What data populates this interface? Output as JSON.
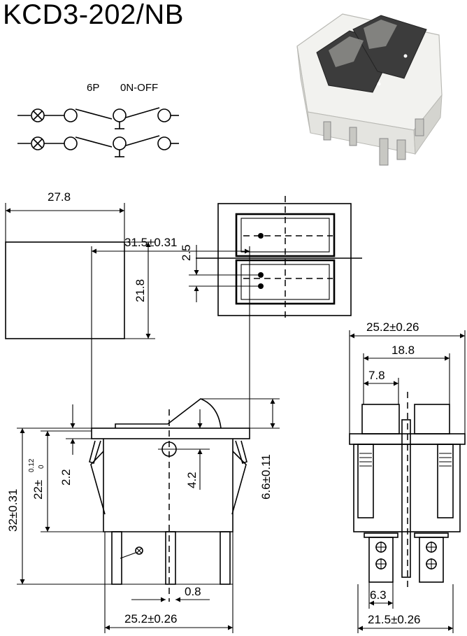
{
  "title": "KCD3-202/NB",
  "schematic": {
    "pins_label": "6P",
    "function_label": "0N-OFF"
  },
  "dimensions": {
    "side_width": "27.8",
    "side_height": "21.8",
    "pitch": "2.5",
    "front_width": "31.5±0.31",
    "total_height": "32±0.31",
    "body_height_base": "22±",
    "body_height_tol_upper": "0.12",
    "body_height_tol_lower": "0",
    "flange_thickness": "2.2",
    "pivot_offset": "4.2",
    "rocker_height": "6.6±0.11",
    "terminal_thickness": "0.8",
    "front_terminal_span": "25.2±0.26",
    "end_width": "25.2±0.26",
    "terminal_span": "18.8",
    "terminal_offset": "7.8",
    "terminal_width": "6.3",
    "end_terminal_span": "21.5±0.26"
  },
  "colors": {
    "ink": "#000000",
    "photo_housing": "#eeeeec",
    "photo_rocker": "#3a3a3a"
  }
}
